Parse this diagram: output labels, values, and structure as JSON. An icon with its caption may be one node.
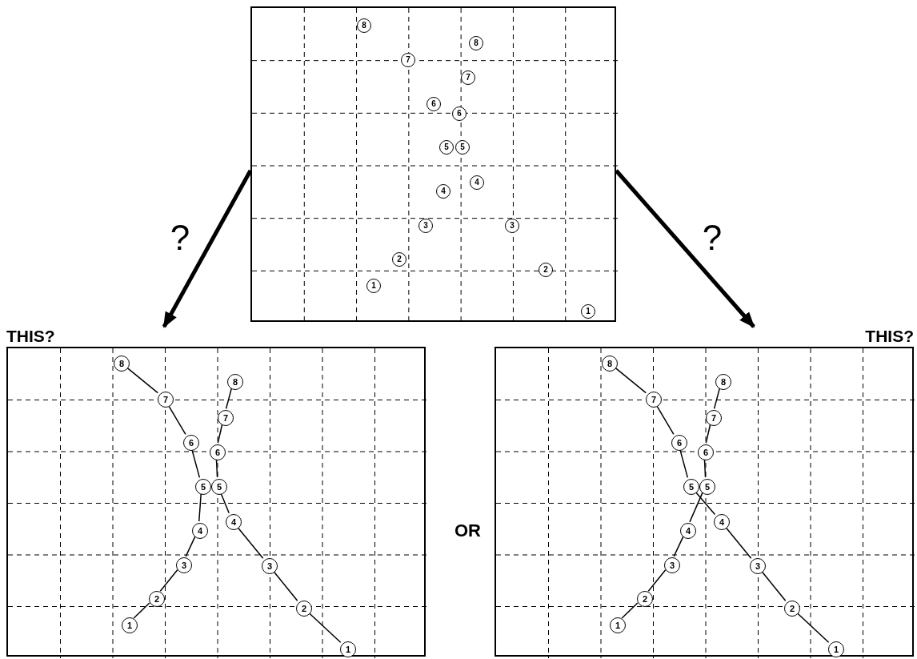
{
  "diagram": {
    "nodes": [
      {
        "text": [],
        "shape": "box"
      },
      {
        "text": [
          "THIS?"
        ]
      },
      {
        "text": [
          "THIS?"
        ]
      },
      {
        "text": [
          "8"
        ],
        "in": 0
      },
      {
        "text": [
          "7"
        ],
        "in": 0
      },
      {
        "text": [
          "6"
        ],
        "in": 0
      },
      {
        "text": [
          "5"
        ],
        "in": 0
      },
      {
        "text": [
          "4"
        ],
        "in": 0
      },
      {
        "text": [
          "3"
        ],
        "in": 0
      },
      {
        "text": [
          "2"
        ],
        "in": 0
      },
      {
        "text": [
          "1"
        ],
        "in": 0
      },
      {
        "text": [
          "8"
        ],
        "in": 0
      },
      {
        "text": [
          "7"
        ],
        "in": 0
      },
      {
        "text": [
          "6"
        ],
        "in": 0
      },
      {
        "text": [
          "5"
        ],
        "in": 0
      },
      {
        "text": [
          "4"
        ],
        "in": 0
      },
      {
        "text": [
          "3"
        ],
        "in": 0
      },
      {
        "text": [
          "2"
        ],
        "in": 0
      },
      {
        "text": [
          "1"
        ],
        "in": 0
      },
      {
        "text": [
          "8"
        ],
        "in": 1
      },
      {
        "text": [
          "7"
        ],
        "in": 1
      },
      {
        "text": [
          "6"
        ],
        "in": 1
      },
      {
        "text": [
          "5"
        ],
        "in": 1
      },
      {
        "text": [
          "4"
        ],
        "in": 1
      },
      {
        "text": [
          "3"
        ],
        "in": 1
      },
      {
        "text": [
          "2"
        ],
        "in": 1
      },
      {
        "text": [
          "1"
        ],
        "in": 1
      },
      {
        "text": [
          "8"
        ],
        "in": 1
      },
      {
        "text": [
          "7"
        ],
        "in": 1
      },
      {
        "text": [
          "6"
        ],
        "in": 1
      },
      {
        "text": [
          "5"
        ],
        "in": 1
      },
      {
        "text": [
          "4"
        ],
        "in": 1
      },
      {
        "text": [
          "3"
        ],
        "in": 1
      },
      {
        "text": [
          "2"
        ],
        "in": 1
      },
      {
        "text": [
          "1"
        ],
        "in": 1
      },
      {
        "text": [
          "8"
        ],
        "in": 2
      },
      {
        "text": [
          "7"
        ],
        "in": 2
      },
      {
        "text": [
          "6"
        ],
        "in": 2
      },
      {
        "text": [
          "5"
        ],
        "in": 2
      },
      {
        "text": [
          "4"
        ],
        "in": 2
      },
      {
        "text": [
          "3"
        ],
        "in": 2
      },
      {
        "text": [
          "2"
        ],
        "in": 2
      },
      {
        "text": [
          "1"
        ],
        "in": 2
      },
      {
        "text": [
          "8"
        ],
        "in": 2
      },
      {
        "text": [
          "7"
        ],
        "in": 2
      },
      {
        "text": [
          "6"
        ],
        "in": 2
      },
      {
        "text": [
          "5"
        ],
        "in": 2
      },
      {
        "text": [
          "4"
        ],
        "in": 2
      },
      {
        "text": [
          "3"
        ],
        "in": 2
      },
      {
        "text": [
          "2"
        ],
        "in": 2
      },
      {
        "text": [
          "1"
        ],
        "in": 2
      }
    ],
    "edges": [
      {
        "from": 0,
        "to": 1,
        "arrow": "to",
        "label": "?",
        "style": "thick"
      },
      {
        "from": 0,
        "to": 2,
        "arrow": "to",
        "label": "?",
        "style": "thick"
      },
      {
        "from": 19,
        "to": 20,
        "arrow": "none"
      },
      {
        "from": 20,
        "to": 21,
        "arrow": "none"
      },
      {
        "from": 21,
        "to": 22,
        "arrow": "none"
      },
      {
        "from": 22,
        "to": 23,
        "arrow": "none"
      },
      {
        "from": 23,
        "to": 24,
        "arrow": "none"
      },
      {
        "from": 24,
        "to": 25,
        "arrow": "none"
      },
      {
        "from": 25,
        "to": 26,
        "arrow": "none"
      },
      {
        "from": 27,
        "to": 28,
        "arrow": "none"
      },
      {
        "from": 28,
        "to": 29,
        "arrow": "none"
      },
      {
        "from": 29,
        "to": 30,
        "arrow": "none"
      },
      {
        "from": 30,
        "to": 31,
        "arrow": "none"
      },
      {
        "from": 31,
        "to": 32,
        "arrow": "none"
      },
      {
        "from": 32,
        "to": 33,
        "arrow": "none"
      },
      {
        "from": 33,
        "to": 34,
        "arrow": "none"
      },
      {
        "from": 35,
        "to": 36,
        "arrow": "none"
      },
      {
        "from": 36,
        "to": 37,
        "arrow": "none"
      },
      {
        "from": 37,
        "to": 38,
        "arrow": "none"
      },
      {
        "from": 38,
        "to": 47,
        "arrow": "none"
      },
      {
        "from": 47,
        "to": 48,
        "arrow": "none"
      },
      {
        "from": 48,
        "to": 49,
        "arrow": "none"
      },
      {
        "from": 49,
        "to": 50,
        "arrow": "none"
      },
      {
        "from": 43,
        "to": 44,
        "arrow": "none"
      },
      {
        "from": 44,
        "to": 45,
        "arrow": "none"
      },
      {
        "from": 45,
        "to": 46,
        "arrow": "none"
      },
      {
        "from": 46,
        "to": 39,
        "arrow": "none"
      },
      {
        "from": 39,
        "to": 40,
        "arrow": "none"
      },
      {
        "from": 40,
        "to": 41,
        "arrow": "none"
      },
      {
        "from": 41,
        "to": 42,
        "arrow": "none"
      }
    ],
    "labels": [
      "OR"
    ]
  }
}
